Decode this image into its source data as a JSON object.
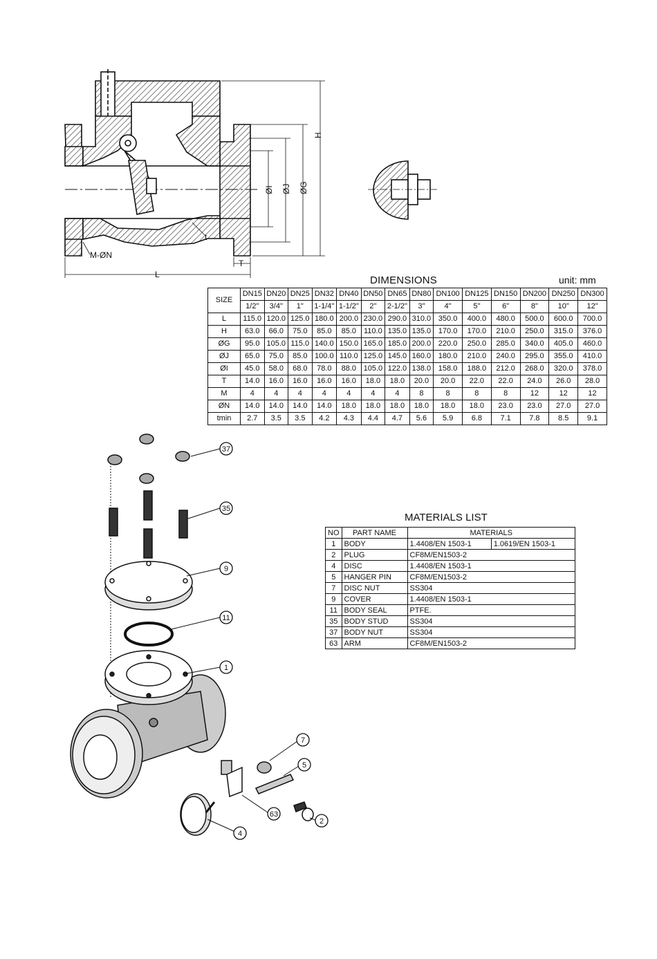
{
  "drawing_labels": {
    "H": "H",
    "I": "ØI",
    "J": "ØJ",
    "G": "ØG",
    "t": "t",
    "M": "M-ØN",
    "T": "T",
    "L": "L"
  },
  "dimensions": {
    "title": "DIMENSIONS",
    "unit": "unit: mm",
    "size_label": "SIZE",
    "dn": [
      "DN15",
      "DN20",
      "DN25",
      "DN32",
      "DN40",
      "DN50",
      "DN65",
      "DN80",
      "DN100",
      "DN125",
      "DN150",
      "DN200",
      "DN250",
      "DN300"
    ],
    "inch": [
      "1/2\"",
      "3/4\"",
      "1\"",
      "1-1/4\"",
      "1-1/2\"",
      "2\"",
      "2-1/2\"",
      "3\"",
      "4\"",
      "5\"",
      "6\"",
      "8\"",
      "10\"",
      "12\""
    ],
    "rows": [
      {
        "label": "L",
        "values": [
          "115.0",
          "120.0",
          "125.0",
          "180.0",
          "200.0",
          "230.0",
          "290.0",
          "310.0",
          "350.0",
          "400.0",
          "480.0",
          "500.0",
          "600.0",
          "700.0"
        ]
      },
      {
        "label": "H",
        "values": [
          "63.0",
          "66.0",
          "75.0",
          "85.0",
          "85.0",
          "110.0",
          "135.0",
          "135.0",
          "170.0",
          "170.0",
          "210.0",
          "250.0",
          "315.0",
          "376.0"
        ]
      },
      {
        "label": "ØG",
        "values": [
          "95.0",
          "105.0",
          "115.0",
          "140.0",
          "150.0",
          "165.0",
          "185.0",
          "200.0",
          "220.0",
          "250.0",
          "285.0",
          "340.0",
          "405.0",
          "460.0"
        ]
      },
      {
        "label": "ØJ",
        "values": [
          "65.0",
          "75.0",
          "85.0",
          "100.0",
          "110.0",
          "125.0",
          "145.0",
          "160.0",
          "180.0",
          "210.0",
          "240.0",
          "295.0",
          "355.0",
          "410.0"
        ]
      },
      {
        "label": "ØI",
        "values": [
          "45.0",
          "58.0",
          "68.0",
          "78.0",
          "88.0",
          "105.0",
          "122.0",
          "138.0",
          "158.0",
          "188.0",
          "212.0",
          "268.0",
          "320.0",
          "378.0"
        ]
      },
      {
        "label": "T",
        "values": [
          "14.0",
          "16.0",
          "16.0",
          "16.0",
          "16.0",
          "18.0",
          "18.0",
          "20.0",
          "20.0",
          "22.0",
          "22.0",
          "24.0",
          "26.0",
          "28.0"
        ]
      },
      {
        "label": "M",
        "values": [
          "4",
          "4",
          "4",
          "4",
          "4",
          "4",
          "4",
          "8",
          "8",
          "8",
          "8",
          "12",
          "12",
          "12"
        ]
      },
      {
        "label": "ØN",
        "values": [
          "14.0",
          "14.0",
          "14.0",
          "14.0",
          "18.0",
          "18.0",
          "18.0",
          "18.0",
          "18.0",
          "18.0",
          "23.0",
          "23.0",
          "27.0",
          "27.0"
        ]
      },
      {
        "label": "tmin",
        "values": [
          "2.7",
          "3.5",
          "3.5",
          "4.2",
          "4.3",
          "4.4",
          "4.7",
          "5.6",
          "5.9",
          "6.8",
          "7.1",
          "7.8",
          "8.5",
          "9.1"
        ]
      }
    ]
  },
  "materials": {
    "title": "MATERIALS LIST",
    "headers": {
      "no": "NO",
      "part": "PART NAME",
      "materials": "MATERIALS"
    },
    "rows": [
      {
        "no": "1",
        "part": "BODY",
        "mat1": "1.4408/EN 1503-1",
        "mat2": "1.0619/EN 1503-1"
      },
      {
        "no": "2",
        "part": "PLUG",
        "mat1": "CF8M/EN1503-2",
        "mat2": ""
      },
      {
        "no": "4",
        "part": "DISC",
        "mat1": "1.4408/EN 1503-1",
        "mat2": ""
      },
      {
        "no": "5",
        "part": "HANGER PIN",
        "mat1": "CF8M/EN1503-2",
        "mat2": ""
      },
      {
        "no": "7",
        "part": "DISC NUT",
        "mat1": "SS304",
        "mat2": ""
      },
      {
        "no": "9",
        "part": "COVER",
        "mat1": "1.4408/EN 1503-1",
        "mat2": ""
      },
      {
        "no": "11",
        "part": "BODY SEAL",
        "mat1": "PTFE.",
        "mat2": ""
      },
      {
        "no": "35",
        "part": "BODY STUD",
        "mat1": "SS304",
        "mat2": ""
      },
      {
        "no": "37",
        "part": "BODY NUT",
        "mat1": "SS304",
        "mat2": ""
      },
      {
        "no": "63",
        "part": "ARM",
        "mat1": "CF8M/EN1503-2",
        "mat2": ""
      }
    ]
  },
  "balloons": [
    "37",
    "35",
    "9",
    "11",
    "1",
    "7",
    "5",
    "63",
    "2",
    "4"
  ]
}
